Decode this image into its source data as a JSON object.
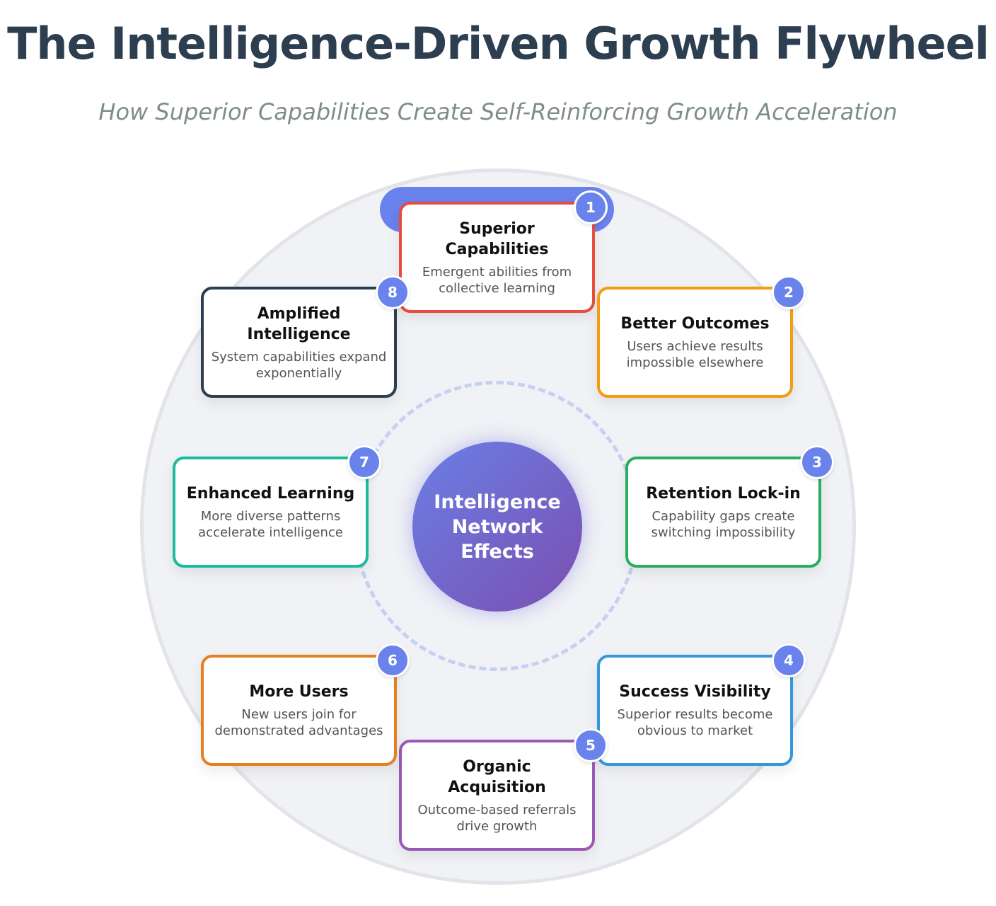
{
  "title": "The Intelligence-Driven Growth Flywheel",
  "subtitle": "How Superior Capabilities Create Self-Reinforcing Growth Acceleration",
  "center_label": "Intelligence Network Effects",
  "steps": [
    {
      "number": "1",
      "title": "Superior Capabilities",
      "desc": "Emergent abilities from collective learning",
      "color": "#e74c3c"
    },
    {
      "number": "2",
      "title": "Better Outcomes",
      "desc": "Users achieve results impossible elsewhere",
      "color": "#f39c12"
    },
    {
      "number": "3",
      "title": "Retention Lock-in",
      "desc": "Capability gaps create switching impossibility",
      "color": "#27ae60"
    },
    {
      "number": "4",
      "title": "Success Visibility",
      "desc": "Superior results become obvious to market",
      "color": "#3498db"
    },
    {
      "number": "5",
      "title": "Organic Acquisition",
      "desc": "Outcome-based referrals drive growth",
      "color": "#9b59b6"
    },
    {
      "number": "6",
      "title": "More Users",
      "desc": "New users join for demonstrated advantages",
      "color": "#e67e22"
    },
    {
      "number": "7",
      "title": "Enhanced Learning",
      "desc": "More diverse patterns accelerate intelligence",
      "color": "#1abc9c"
    },
    {
      "number": "8",
      "title": "Amplified Intelligence",
      "desc": "System capabilities expand exponentially",
      "color": "#2c3e50"
    }
  ],
  "badge_color": "#6a82ec"
}
